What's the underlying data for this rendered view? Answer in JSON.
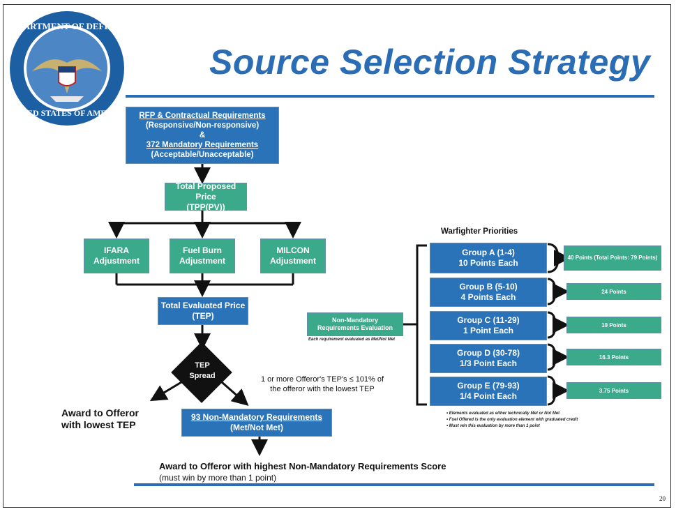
{
  "slide": {
    "title": "Source Selection Strategy",
    "page_number": "20",
    "seal_text": "DEPARTMENT OF DEFENSE • UNITED STATES OF AMERICA"
  },
  "flow": {
    "requirements_box": {
      "line1": "RFP & Contractual Requirements",
      "line2": "(Responsive/Non-responsive)",
      "line3": "&",
      "line4": "372 Mandatory Requirements",
      "line5": "(Acceptable/Unacceptable)"
    },
    "total_proposed_price": {
      "line1": "Total Proposed Price",
      "line2": "(TPP(PV))"
    },
    "adjustments": [
      {
        "line1": "IFARA",
        "line2": "Adjustment"
      },
      {
        "line1": "Fuel Burn",
        "line2": "Adjustment"
      },
      {
        "line1": "MILCON",
        "line2": "Adjustment"
      }
    ],
    "total_evaluated_price": {
      "line1": "Total Evaluated Price",
      "line2": "(TEP)"
    },
    "decision": {
      "line1": "TEP",
      "line2": "Spread"
    },
    "decision_note": {
      "line1": "1 or more Offeror's TEP's ≤ 101% of",
      "line2": "the offeror with the lowest TEP"
    },
    "award_lowest": {
      "line1": "Award to Offeror",
      "line2": "with lowest TEP"
    },
    "non_mandatory_box": {
      "line1": "93 Non-Mandatory Requirements",
      "line2": "(Met/Not Met)"
    },
    "award_highest": {
      "line1": "Award to Offeror with highest Non-Mandatory Requirements Score",
      "line2": "(must win by more than 1 point)"
    }
  },
  "warfighter": {
    "heading": "Warfighter Priorities",
    "left_box": {
      "line1": "Non-Mandatory",
      "line2": "Requirements Evaluation"
    },
    "left_caption": "Each requirement evaluated as Met/Not Met",
    "groups": [
      {
        "line1": "Group A (1-4)",
        "line2": "10 Points Each",
        "result": "40 Points (Total Points: 79 Points)"
      },
      {
        "line1": "Group B (5-10)",
        "line2": "4 Points Each",
        "result": "24 Points"
      },
      {
        "line1": "Group C (11-29)",
        "line2": "1 Point Each",
        "result": "19 Points"
      },
      {
        "line1": "Group D (30-78)",
        "line2": "1/3 Point Each",
        "result": "16.3 Points"
      },
      {
        "line1": "Group E (79-93)",
        "line2": "1/4 Point Each",
        "result": "3.75 Points"
      }
    ],
    "footnotes": [
      "Elements evaluated as either technically Met or Not Met",
      "Fuel Offered is the only evaluation element with graduated credit",
      "Must win this evaluation by more than 1 point"
    ]
  },
  "colors": {
    "blue_box": "#2a73b8",
    "teal_box": "#3aaa8a",
    "title": "#2a6db5"
  }
}
